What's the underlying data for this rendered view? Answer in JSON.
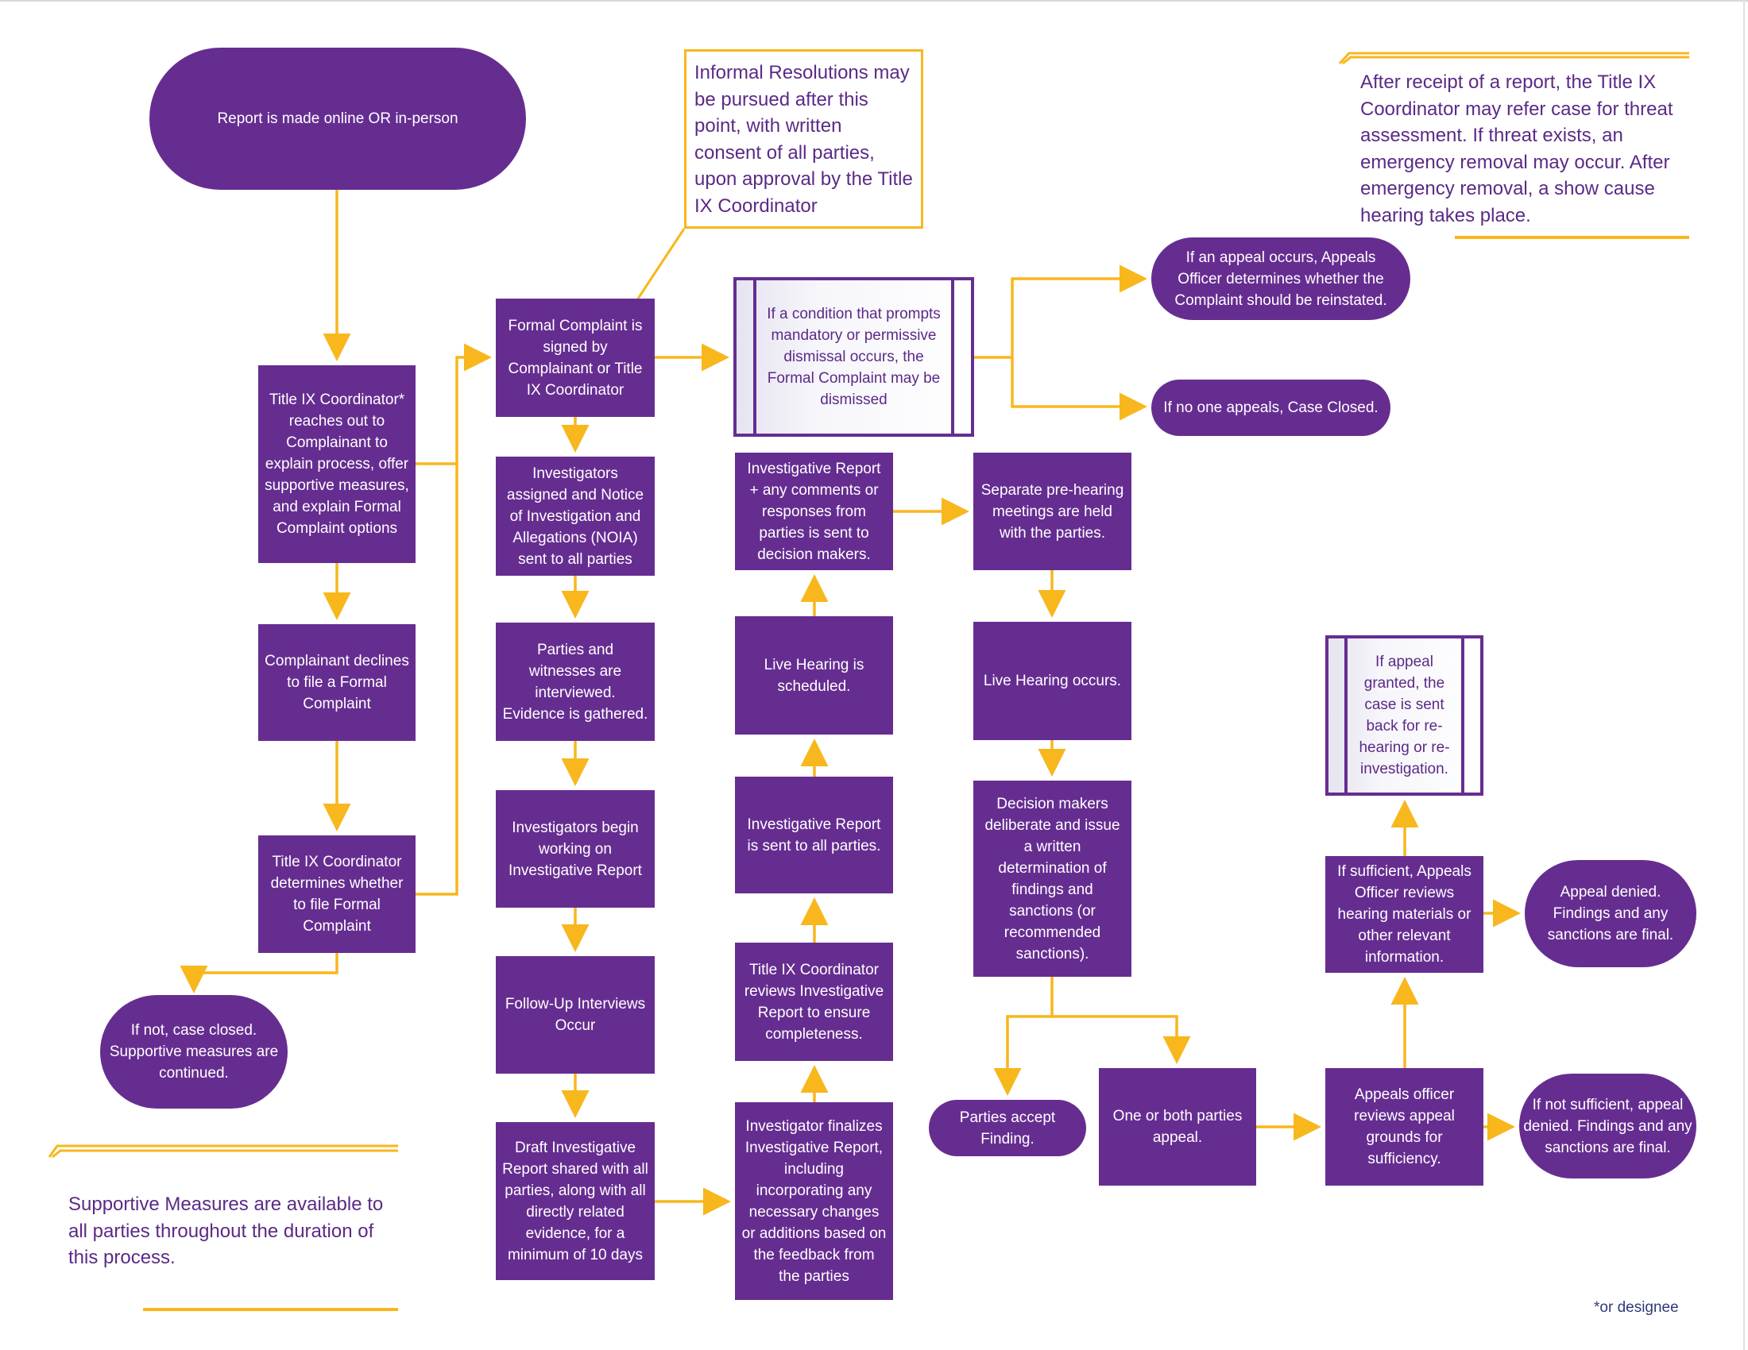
{
  "colors": {
    "node_fill": "#662d91",
    "connector": "#f7b71d",
    "note_text": "#5b2a86",
    "footnote_text": "#2f3a7a"
  },
  "nodes": {
    "report_made": "Report is made online OR in-person",
    "coordinator_reaches_out": "Title IX Coordinator* reaches out to Complainant to explain process, offer supportive measures, and explain Formal Complaint options",
    "complainant_declines": "Complainant declines to file a Formal Complaint",
    "coordinator_determines": "Title IX Coordinator determines whether to file Formal Complaint",
    "case_closed_supportive": "If not, case closed. Supportive measures are continued.",
    "formal_complaint_signed": "Formal Complaint is signed by Complainant or Title IX Coordinator",
    "investigators_assigned": "Investigators assigned and Notice of Investigation and Allegations (NOIA) sent to all parties",
    "parties_interviewed": "Parties and witnesses are interviewed. Evidence is gathered.",
    "investigators_begin": "Investigators begin working on Investigative Report",
    "follow_up_interviews": "Follow-Up Interviews Occur",
    "draft_report_shared": "Draft Investigative Report shared with all parties, along with all directly related evidence, for a minimum of 10 days",
    "dismissal_condition": "If a condition that prompts mandatory or permissive dismissal occurs, the Formal Complaint may be dismissed",
    "report_to_decision_makers": "Investigative Report + any comments or responses from parties is sent to decision makers.",
    "live_hearing_scheduled": "Live Hearing is scheduled.",
    "report_sent_all": "Investigative Report is sent to all parties.",
    "coordinator_reviews": "Title IX Coordinator reviews Investigative Report to ensure completeness.",
    "investigator_finalizes": "Investigator finalizes Investigative Report, including incorporating any necessary changes or additions based on the feedback from the parties",
    "appeal_reinstate": "If an appeal occurs, Appeals Officer determines whether the Complaint should be reinstated.",
    "no_appeal_closed": "If no one appeals, Case Closed.",
    "prehearing_meetings": "Separate pre-hearing meetings are held with the parties.",
    "live_hearing_occurs": "Live Hearing occurs.",
    "decision_makers": "Decision makers deliberate and issue a written determination of findings and sanctions (or recommended sanctions).",
    "parties_accept": "Parties accept Finding.",
    "parties_appeal": "One or both parties appeal.",
    "appeals_officer_reviews": "Appeals officer reviews appeal grounds for sufficiency.",
    "if_sufficient": "If sufficient, Appeals Officer reviews hearing materials or other relevant information.",
    "appeal_granted": "If appeal granted, the case is sent back for re-hearing or re-investigation.",
    "appeal_denied": "Appeal denied. Findings and any sanctions are final.",
    "not_sufficient_denied": "If not sufficient, appeal denied. Findings and any sanctions are final."
  },
  "notes": {
    "informal_resolution": "Informal Resolutions may be pursued after this point, with written consent of all parties, upon approval by the Title IX Coordinator",
    "threat_assessment": "After receipt of a report, the Title IX Coordinator may refer case for threat assessment. If threat exists, an emergency removal may occur. After emergency removal, a show cause hearing takes place.",
    "supportive_measures": "Supportive Measures are available to all parties throughout the duration of this process."
  },
  "footnote": "*or designee"
}
